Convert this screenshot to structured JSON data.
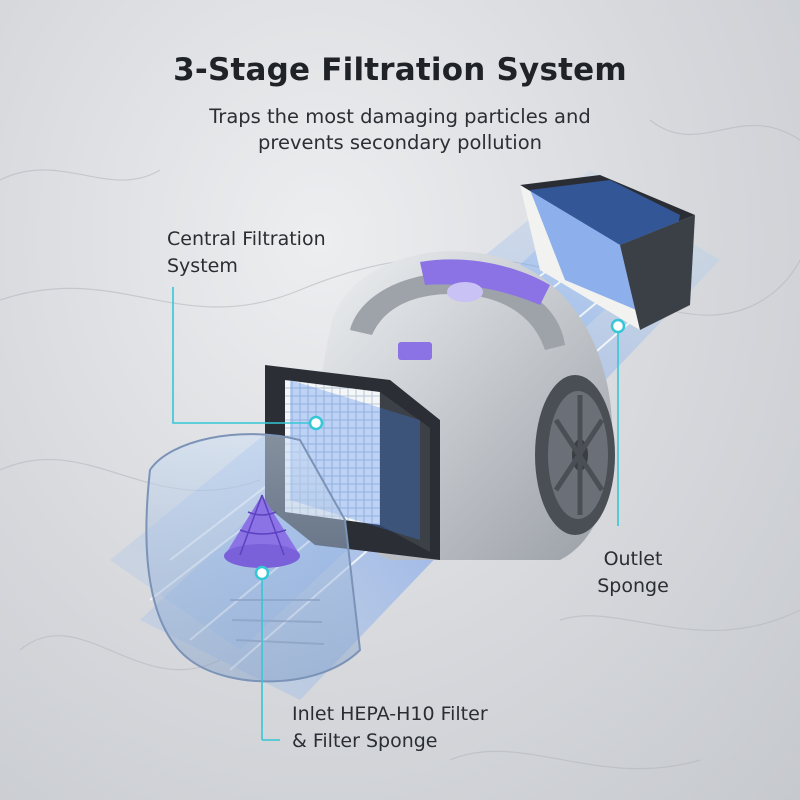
{
  "header": {
    "title": "3-Stage Filtration System",
    "subtitle_line1": "Traps the most damaging particles and",
    "subtitle_line2": "prevents secondary pollution"
  },
  "callouts": {
    "central_line1": "Central Filtration",
    "central_line2": "System",
    "outlet_line1": "Outlet",
    "outlet_line2": "Sponge",
    "inlet_line1": "Inlet HEPA-H10 Filter",
    "inlet_line2": "& Filter Sponge"
  },
  "colors": {
    "accent_cyan": "#35c7d6",
    "product_purple": "#8b73e6",
    "airflow_blue": "#3f7ef0",
    "body_silver": "#c5c8cd",
    "text_dark": "#1f2226"
  }
}
